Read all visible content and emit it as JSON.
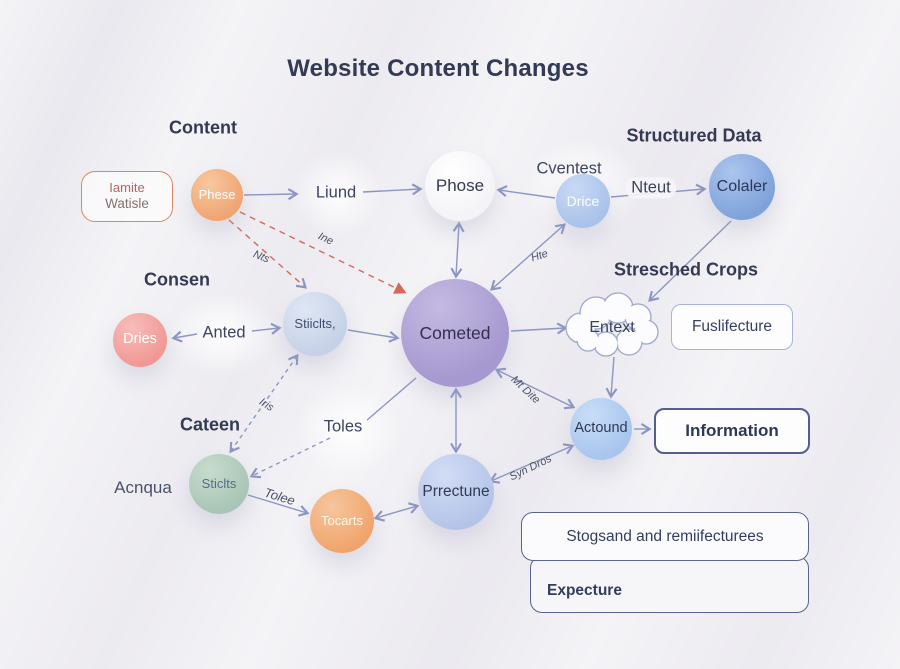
{
  "title": "Website Content Changes",
  "headings": {
    "content": "Content",
    "structured_data": "Structured Data",
    "consen": "Consen",
    "stresched_crops": "Stresched Crops",
    "cateen": "Cateen"
  },
  "nodes": {
    "phese": "Phese",
    "phose": "Phose",
    "drice": "Drice",
    "colaler": "Colaler",
    "dries": "Dries",
    "stiiclts": "Stiiclts,",
    "cometed": "Cometed",
    "sticlts": "Sticlts",
    "tocarts": "Tocarts",
    "prrectune": "Prrectune",
    "actound": "Actound",
    "entext": "Entext"
  },
  "boxes": {
    "iamite_line1": "Iamite",
    "iamite_line2": "Watisle",
    "fuslifecture": "Fuslifecture",
    "information": "Information",
    "stogsand": "Stogsand and remiifecturees",
    "expecture": "Expecture"
  },
  "labels": {
    "liund": "Liund",
    "cventest": "Cventest",
    "nteut": "Nteut",
    "anted": "Anted",
    "acnqua": "Acnqua",
    "toles": "Toles"
  },
  "edge_labels": {
    "ine": "Ine",
    "nts": "Nts",
    "hte": "Hte",
    "iris": "Iris",
    "tolee": "Tolee",
    "mt_dite": "Mt Dite",
    "syn_dros": "Syn Dros"
  },
  "colors": {
    "title_text": "#343a54",
    "heading_text": "#333a52",
    "label_text": "#3c4460",
    "arrow": "#8b96c2",
    "dashed_red": "#d4695a",
    "node_orange": "#f0a472",
    "node_blue_light": "#a9c2e9",
    "node_blue": "#7ea2da",
    "node_pink": "#f09894",
    "node_gray_blue": "#c5d1e7",
    "node_purple": "#a698d0",
    "node_green": "#a8c5b5",
    "node_periwinkle": "#b4c4e9",
    "node_sky": "#a8c5ee",
    "box_border_dark": "#5a6490",
    "box_border_orange": "#d68a63"
  }
}
